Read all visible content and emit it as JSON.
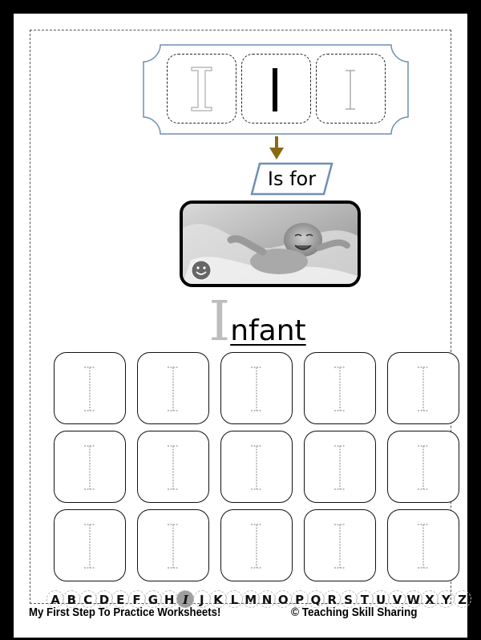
{
  "header": {
    "letter_outline": "I",
    "letter_bold": "I",
    "letter_thin": "I"
  },
  "is_for_label": "Is for",
  "photo": {
    "subject": "smiling infant lying on blanket",
    "badge_icon": "smiley-icon"
  },
  "word": {
    "first_letter": "I",
    "rest": "nfant"
  },
  "practice": {
    "letter": "I",
    "rows": 3,
    "cols": 5
  },
  "alphabet": {
    "letters": [
      "A",
      "B",
      "C",
      "D",
      "E",
      "F",
      "G",
      "H",
      "I",
      "J",
      "K",
      "L",
      "M",
      "N",
      "O",
      "P",
      "Q",
      "R",
      "S",
      "T",
      "U",
      "V",
      "W",
      "X",
      "Y",
      "Z"
    ],
    "highlighted": "I"
  },
  "footer": {
    "left": "My First Step To Practice Worksheets!",
    "right": "© Teaching Skill Sharing"
  },
  "colors": {
    "banner_border": "#6f8fb3",
    "arrow": "#8a6a10",
    "trace_gray": "#a8a8a8",
    "highlight": "#9e9e9e"
  }
}
